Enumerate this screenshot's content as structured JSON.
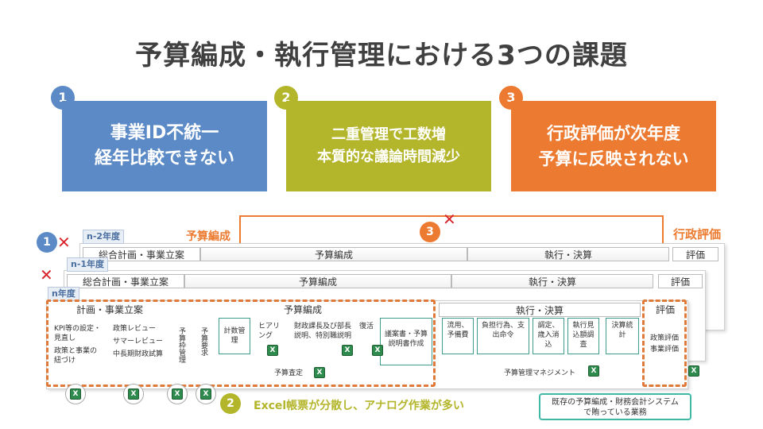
{
  "title": "予算編成・執行管理における3つの課題",
  "issues": [
    {
      "num": "1",
      "line1": "事業ID不統一",
      "line2": "経年比較できない",
      "color": "#5b8ac6"
    },
    {
      "num": "2",
      "line1": "二重管理で工数増",
      "line2": "本質的な議論時間減少",
      "color": "#b3b52a"
    },
    {
      "num": "3",
      "line1": "行政評価が次年度",
      "line2": "予算に反映されない",
      "color": "#ec7b31"
    }
  ],
  "diagram": {
    "label_budget": "予算編成",
    "label_eval": "行政評価",
    "marker_1": "1",
    "marker_2": "2",
    "marker_3": "3",
    "years": [
      "n-2年度",
      "n-1年度",
      "n年度"
    ],
    "phases": {
      "plan": "総合計画・事業立案",
      "plan_front": "計画・事業立案",
      "budget": "予算編成",
      "exec": "執行・決算",
      "eval": "評価"
    },
    "plan_items": [
      "KPI等の設定・見直し",
      "政策と事業の紐づけ"
    ],
    "plan_items2": [
      "政策レビュー",
      "サマーレビュー",
      "中長期財政試算"
    ],
    "budget_vert": [
      "予算枠管理",
      "予算要求"
    ],
    "budget_cells": [
      "計数管理",
      "ヒアリング",
      "財政課長及び部長説明、特別職説明",
      "復活",
      "議案書・予算説明書作成"
    ],
    "budget_review": "予算査定",
    "exec_cells": [
      "流用、予備費",
      "負担行為、支出命令",
      "調定、歳入消込",
      "執行見込額調査",
      "決算統計"
    ],
    "exec_mgmt": "予算管理マネジメント",
    "eval_items": [
      "政策評価",
      "事業評価"
    ],
    "excel_icon": "X"
  },
  "footer_note": "Excel帳票が分散し、アナログ作業が多い",
  "system_note": {
    "line1": "既存の予算編成・財務会計システム",
    "line2": "で賄っている業務"
  }
}
